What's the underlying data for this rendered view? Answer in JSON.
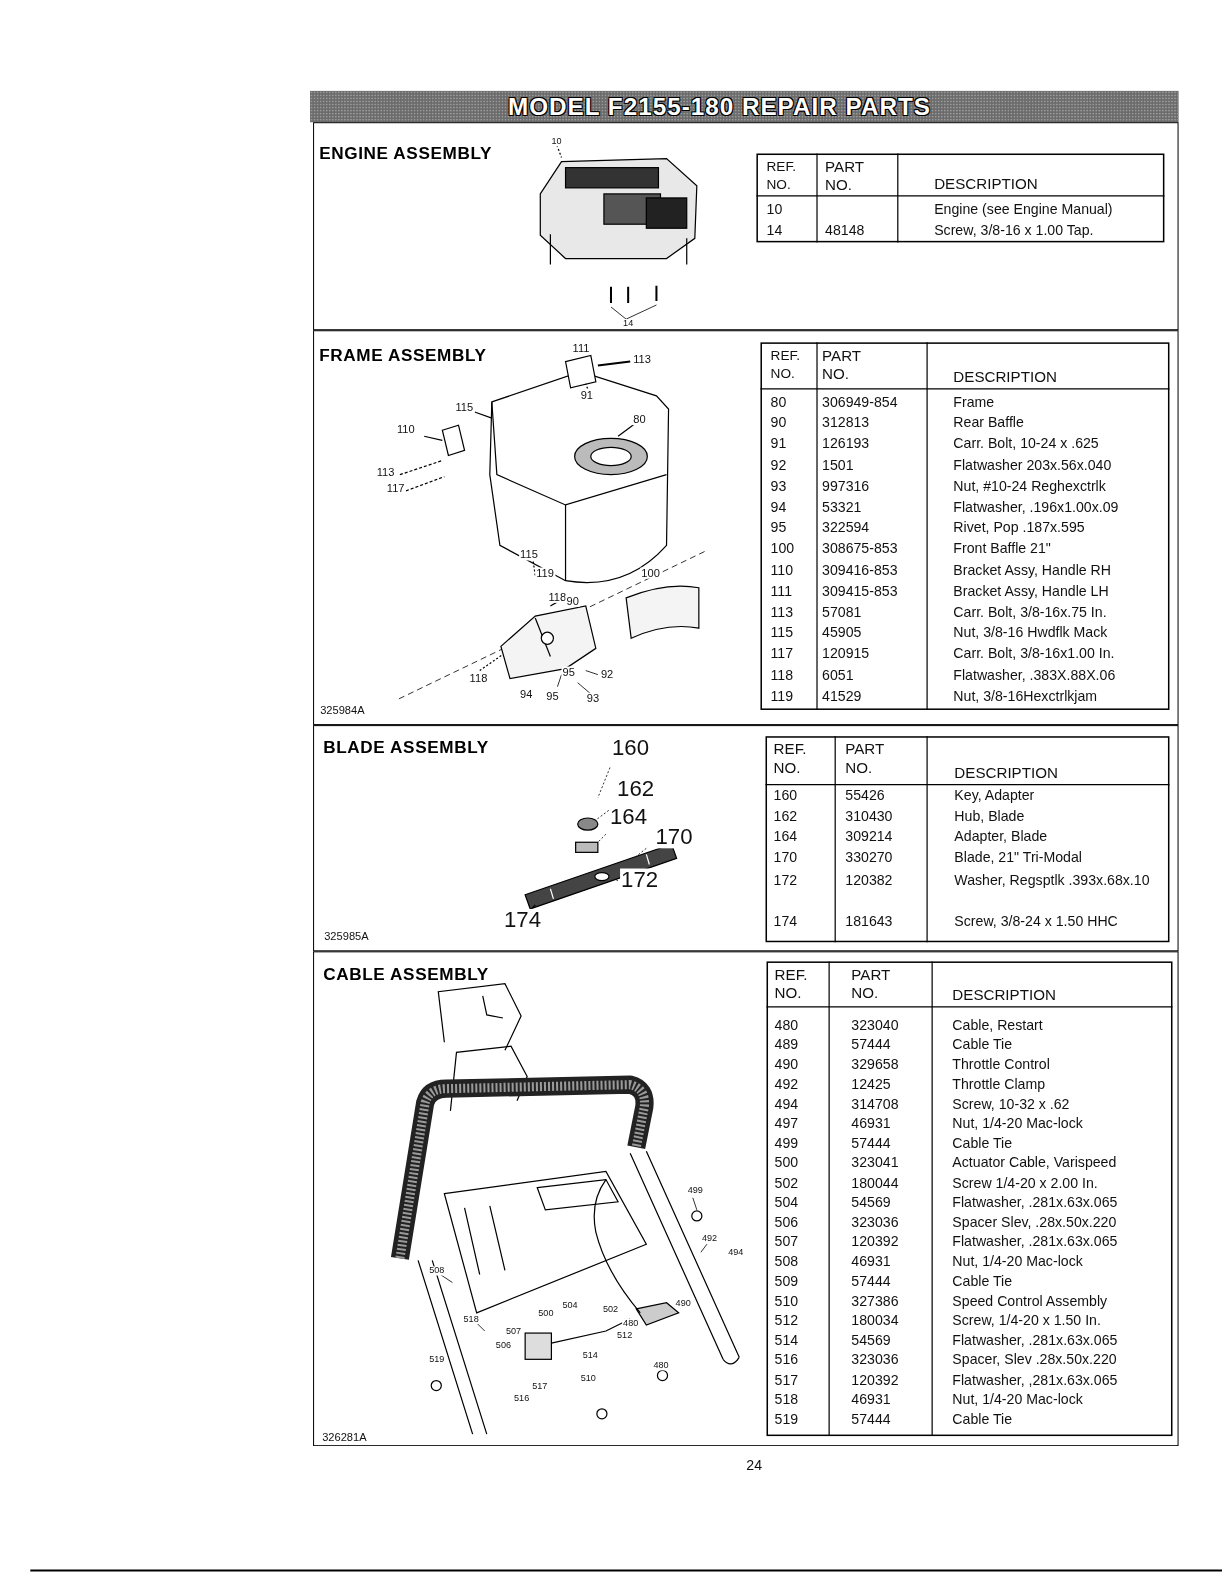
{
  "diagram": {
    "title": "MODEL F2155-180 REPAIR PARTS",
    "nodes": [
      {
        "text": [
          "ENGINE ASSEMBLY"
        ]
      },
      {
        "text": [
          "REF. NO.",
          "PART NO.",
          "DESCRIPTION",
          "10",
          "Engine (see Engine Manual)",
          "14",
          "48148",
          "Screw, 3/8-16 x 1.00 Tap."
        ],
        "in": 0
      },
      {
        "text": [
          "FRAME ASSEMBLY"
        ]
      },
      {
        "text": [
          "REF. NO.",
          "PART NO.",
          "DESCRIPTION",
          "80",
          "306949-854",
          "Frame",
          "90",
          "312813",
          "Rear Baffle",
          "91",
          "126193",
          "Carr. Bolt, 10-24 x .625",
          "92",
          "1501",
          "Flatwasher 203x.56x.040",
          "93",
          "997316",
          "Nut, #10-24 Reghexctrlk",
          "94",
          "53321",
          "Flatwasher, .196x1.00x.09",
          "95",
          "322594",
          "Rivet, Pop .187x.595",
          "100",
          "308675-853",
          "Front Baffle 21\"",
          "110",
          "309416-853",
          "Bracket Assy, Handle RH",
          "111",
          "309415-853",
          "Bracket Assy, Handle LH",
          "113",
          "57081",
          "Carr. Bolt, 3/8-16x.75 In.",
          "115",
          "45905",
          "Nut, 3/8-16 Hwdflk Mack",
          "117",
          "120915",
          "Carr. Bolt, 3/8-16x1.00 In.",
          "118",
          "6051",
          "Flatwasher, .383X.88X.06",
          "119",
          "41529",
          "Nut, 3/8-16Hexctrlkjam"
        ],
        "in": 2
      },
      {
        "text": [
          "BLADE ASSEMBLY"
        ]
      },
      {
        "text": [
          "REF. NO.",
          "PART NO.",
          "DESCRIPTION",
          "160",
          "55426",
          "Key, Adapter",
          "162",
          "310430",
          "Hub, Blade",
          "164",
          "309214",
          "Adapter, Blade",
          "170",
          "330270",
          "Blade, 21\" Tri-Modal",
          "172",
          "120382",
          "Washer, Regsptlk .393x.68x.10",
          "174",
          "181643",
          "Screw, 3/8-24 x 1.50 HHC"
        ],
        "in": 4
      },
      {
        "text": [
          "CABLE ASSEMBLY"
        ]
      },
      {
        "text": [
          "REF. NO.",
          "PART NO.",
          "DESCRIPTION",
          "480",
          "323040",
          "Cable, Restart",
          "489",
          "57444",
          "Cable Tie",
          "490",
          "329658",
          "Throttle Control",
          "492",
          "12425",
          "Throttle Clamp",
          "494",
          "314708",
          "Screw, 10-32 x .62",
          "497",
          "46931",
          "Nut, 1/4-20 Mac-lock",
          "499",
          "57444",
          "Cable Tie",
          "500",
          "323041",
          "Actuator Cable, Varispeed",
          "502",
          "180044",
          "Screw 1/4-20 x 2.00 In.",
          "504",
          "54569",
          "Flatwasher, .281x.63x.065",
          "506",
          "323036",
          "Spacer Slev, .28x.50x.220",
          "507",
          "120392",
          "Flatwasher, .281x.63x.065",
          "508",
          "46931",
          "Nut, 1/4-20 Mac-lock",
          "509",
          "57444",
          "Cable Tie",
          "510",
          "327386",
          "Speed Control Assembly",
          "512",
          "180034",
          "Screw, 1/4-20 x 1.50 In.",
          "514",
          "54569",
          "Flatwasher, .281x.63x.065",
          "516",
          "323036",
          "Spacer, Slev .28x.50x.220",
          "517",
          "120392",
          "Flatwasher, ,281x.63x.065",
          "518",
          "46931",
          "Nut, 1/4-20 Mac-lock",
          "519",
          "57444",
          "Cable Tie"
        ],
        "in": 6
      }
    ],
    "labels": [
      "10",
      "14",
      "111",
      "113",
      "91",
      "115",
      "80",
      "110",
      "113",
      "117",
      "115",
      "119",
      "100",
      "118",
      "90",
      "118",
      "94",
      "95",
      "95",
      "92",
      "93",
      "325984A",
      "160",
      "162",
      "164",
      "170",
      "172",
      "174",
      "325985A",
      "499",
      "492",
      "494",
      "508",
      "518",
      "500",
      "504",
      "502",
      "480",
      "490",
      "507",
      "506",
      "512",
      "514",
      "519",
      "480",
      "517",
      "516",
      "510",
      "326281A",
      "24"
    ]
  }
}
